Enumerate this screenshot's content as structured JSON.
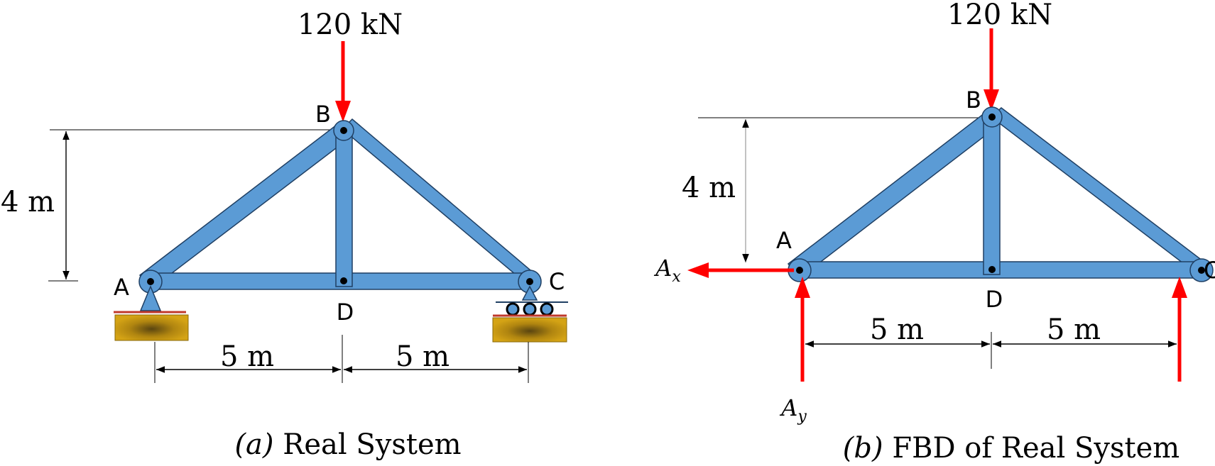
{
  "panel_a": {
    "load_label": "120 kN",
    "height_label": "4 m",
    "span_left_label": "5 m",
    "span_right_label": "5 m",
    "node_a": "A",
    "node_b": "B",
    "node_c": "C",
    "node_d": "D",
    "caption_sym": "(a)",
    "caption_text": " Real System"
  },
  "panel_b": {
    "load_label": "120 kN",
    "height_label": "4 m",
    "span_left_label": "5 m",
    "span_right_label": "5 m",
    "node_a": "A",
    "node_b": "B",
    "node_c": "C",
    "node_d": "D",
    "reaction_x_base": "A",
    "reaction_x_sub": "x",
    "reaction_y_base": "A",
    "reaction_y_sub": "y",
    "caption_sym": "(b)",
    "caption_text": " FBD of Real System"
  },
  "colors": {
    "member": "#5b9bd5",
    "force": "#ff0000",
    "support_block": "#c99a10"
  }
}
